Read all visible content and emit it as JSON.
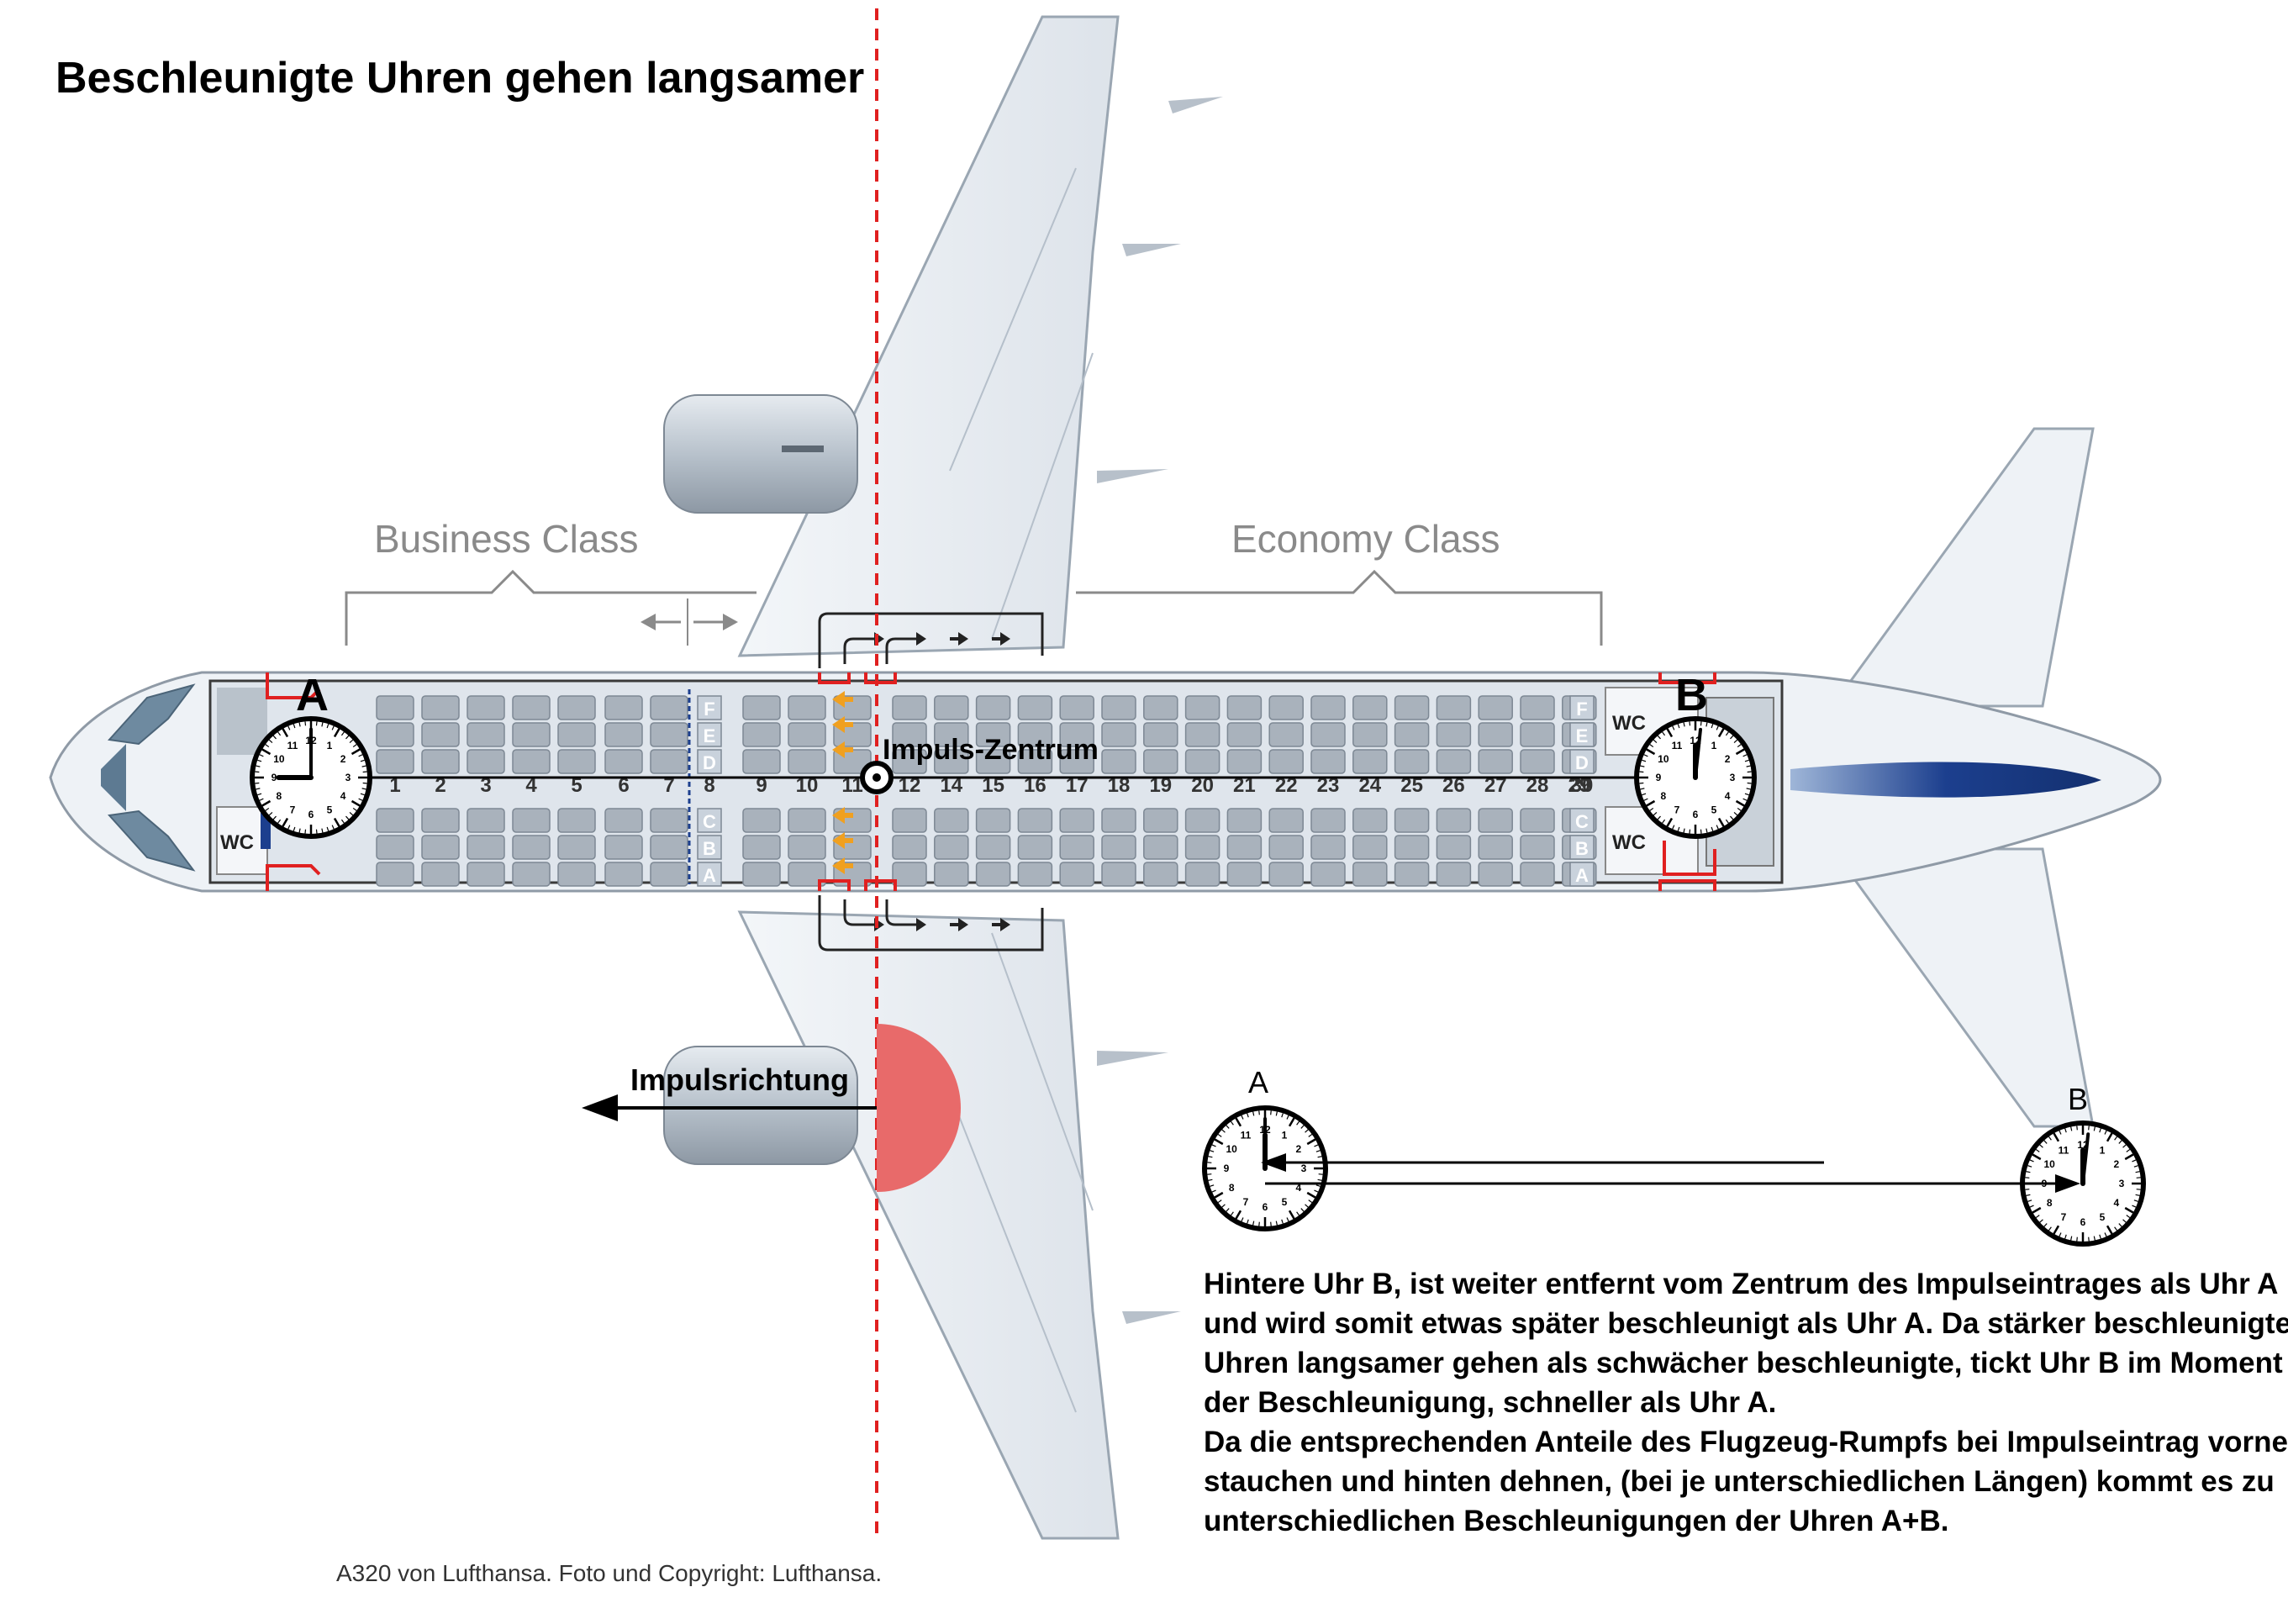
{
  "title": "Beschleunigte Uhren gehen langsamer",
  "cabin": {
    "business_label": "Business Class",
    "economy_label": "Economy Class",
    "rows_front": [
      "1",
      "2",
      "3",
      "4",
      "5",
      "6",
      "7",
      "8",
      "9",
      "10",
      "11"
    ],
    "rows_back": [
      "12",
      "14",
      "15",
      "16",
      "17",
      "18",
      "19",
      "20",
      "21",
      "22",
      "23",
      "24",
      "25",
      "26",
      "27",
      "28",
      "29",
      "30"
    ],
    "seat_letters_top": [
      "F",
      "E",
      "D"
    ],
    "seat_letters_bottom": [
      "C",
      "B",
      "A"
    ],
    "wc_label": "WC"
  },
  "clocks": {
    "front_label": "A",
    "rear_label": "B",
    "inset_a_label": "A",
    "inset_b_label": "B",
    "numbers": [
      "12",
      "1",
      "2",
      "3",
      "4",
      "5",
      "6",
      "7",
      "8",
      "9",
      "10",
      "11"
    ]
  },
  "labels": {
    "impulse_center": "Impuls-Zentrum",
    "impulse_direction": "Impulsrichtung"
  },
  "description": [
    "Hintere Uhr B, ist weiter entfernt vom Zentrum des Impulseintrages als Uhr A",
    "und wird somit etwas später beschleunigt als Uhr A. Da stärker beschleunigte",
    "Uhren langsamer gehen als schwächer beschleunigte, tickt Uhr B im Moment",
    "der Beschleunigung, schneller als Uhr A.",
    "Da die entsprechenden Anteile des Flugzeug-Rumpfs bei Impulseintrag vorne",
    "stauchen und hinten dehnen, (bei je unterschiedlichen Längen) kommt es zu",
    "unterschiedlichen Beschleunigungen der Uhren A+B."
  ],
  "caption": "A320 von Lufthansa. Foto und Copyright: Lufthansa.",
  "colors": {
    "dashed_line": "#e02020",
    "impulse_disc": "#e86a6a",
    "door_marks": "#e02020",
    "arrows_orange": "#f0a020",
    "fuselage": "#eef2f6",
    "seat": "#a9b2bc",
    "tail_blue": "#1c3f8e"
  }
}
